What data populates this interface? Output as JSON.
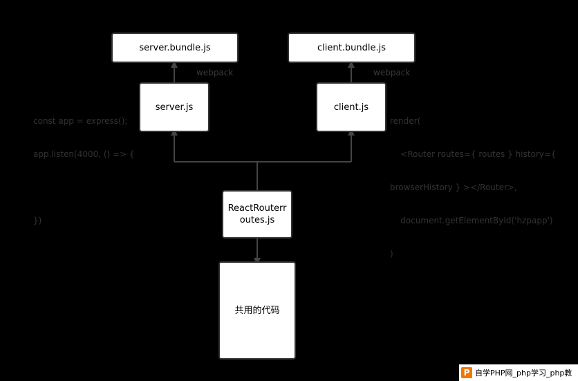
{
  "nodes": {
    "server_bundle": "server.bundle.js",
    "client_bundle": "client.bundle.js",
    "server_js": "server.js",
    "client_js": "client.js",
    "routes_line1": "ReactRouterr",
    "routes_line2": "outes.js",
    "shared_code": "共用的代码"
  },
  "edge_labels": {
    "webpack_left": "webpack",
    "webpack_right": "webpack"
  },
  "code": {
    "server_lines": [
      "const app = express();",
      "app.listen(4000, () => {",
      "",
      "})"
    ],
    "client_lines": [
      "render(",
      "    <Router routes={ routes } history={",
      "browserHistory } ></Router>,",
      "    document.getElementById('hzpapp')",
      ")"
    ]
  },
  "watermark": {
    "logo": "P",
    "text": "自学PHP网_php学习_php教"
  },
  "colors": {
    "background": "#000000",
    "box_fill": "#ffffff",
    "line": "#444444",
    "code_text": "#333333"
  }
}
